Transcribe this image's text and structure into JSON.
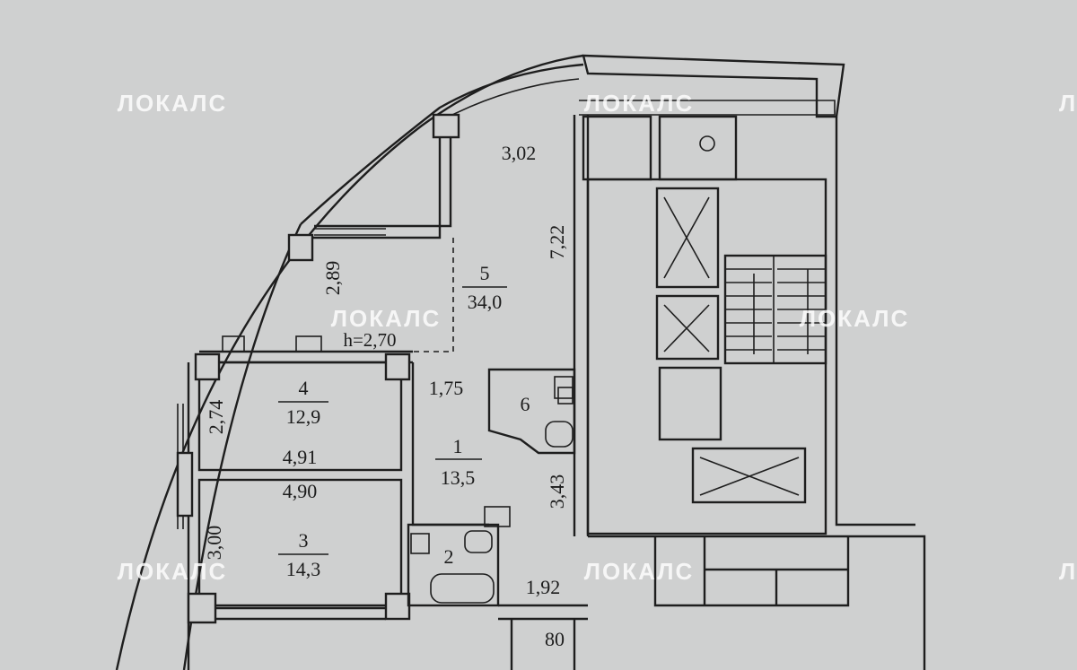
{
  "watermark": "ЛОКАЛС",
  "rooms": {
    "r1": {
      "number": "1",
      "area": "13,5"
    },
    "r2": {
      "number": "2"
    },
    "r3": {
      "number": "3",
      "area": "14,3"
    },
    "r4": {
      "number": "4",
      "area": "12,9"
    },
    "r5": {
      "number": "5",
      "area": "34,0"
    },
    "r6": {
      "number": "6"
    }
  },
  "dimensions": {
    "d302": "3,02",
    "d722": "7,22",
    "d289": "2,89",
    "ceiling": "h=2,70",
    "d175": "1,75",
    "d274": "2,74",
    "d491": "4,91",
    "d490": "4,90",
    "d343": "3,43",
    "d300": "3,00",
    "d192": "1,92",
    "d80": "80"
  }
}
